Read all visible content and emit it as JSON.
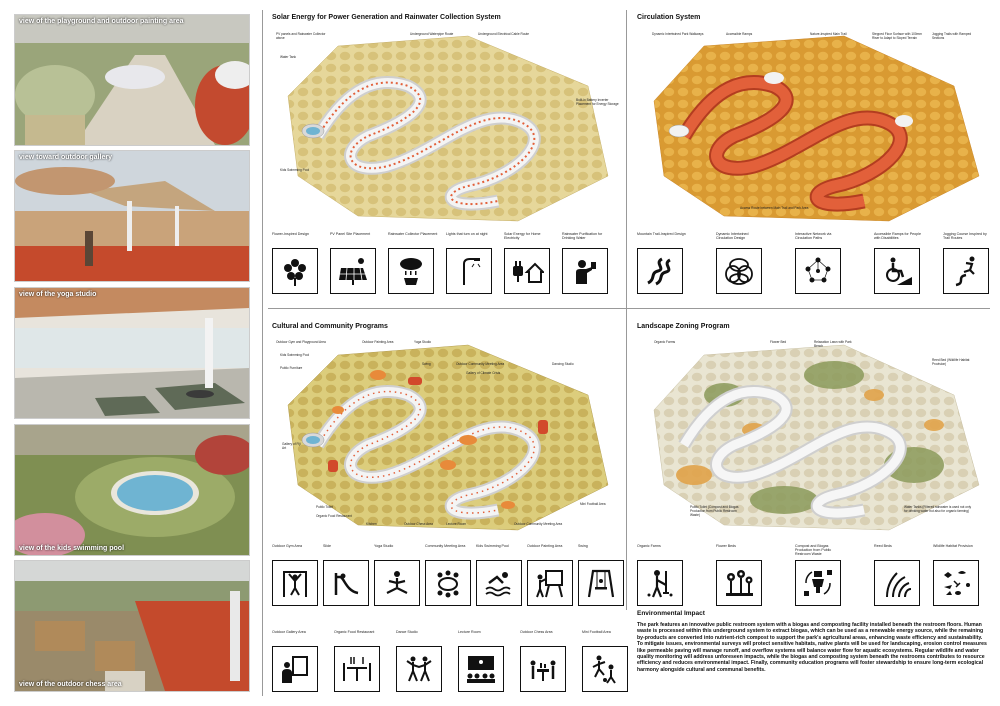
{
  "photos": [
    {
      "caption": "view of the playground and outdoor painting area"
    },
    {
      "caption": "view toward outdoor gallery"
    },
    {
      "caption": "view of the yoga studio"
    },
    {
      "caption": "view of the kids swimming pool"
    },
    {
      "caption": "view of the outdoor chess area"
    }
  ],
  "solar": {
    "title": "Solar Energy for Power Generation and Rainwater Collection System",
    "labels": [
      "PV panels and Rainwater Collector above",
      "Underground Waterpipe Route",
      "Underground Electrical Cable Route",
      "Water Tank",
      "Built-in Battery Inverter Placement for Energy Storage",
      "Kids Swimming Pool"
    ],
    "icons": [
      {
        "label": "Flower-Inspired Design",
        "icon": "flower-icon"
      },
      {
        "label": "PV Panel Site Placement",
        "icon": "solar-panel-icon"
      },
      {
        "label": "Rainwater Collector Placement",
        "icon": "rain-cloud-icon"
      },
      {
        "label": "Lights that turn on at night",
        "icon": "street-light-icon"
      },
      {
        "label": "Solar Energy for Home Electricity",
        "icon": "plug-home-icon"
      },
      {
        "label": "Rainwater Purification for Drinking Water",
        "icon": "drinking-water-icon"
      }
    ]
  },
  "circulation": {
    "title": "Circulation System",
    "labels": [
      "Dynamic Intertwined Park Walkways",
      "Accessible Ramps",
      "Nature-Inspired Main Trail",
      "Stepped Floor Surface with 100mm Riser to Adapt to Sloped Terrain",
      "Jogging Trails with Ramped Sections",
      "Access Route between Main Trail and Park Area"
    ],
    "icons": [
      {
        "label": "Mountain Trail-Inspired Design",
        "icon": "mountain-trail-icon"
      },
      {
        "label": "Dynamic Intertwined Circulation Design",
        "icon": "intertwined-loops-icon"
      },
      {
        "label": "Interactive Network via Circulation Paths",
        "icon": "people-network-icon"
      },
      {
        "label": "Accessible Ramps for People with Disabilities",
        "icon": "wheelchair-ramp-icon"
      },
      {
        "label": "Jogging Course Inspired by Trail Routes",
        "icon": "runner-trail-icon"
      }
    ]
  },
  "cultural": {
    "title": "Cultural and Community Programs",
    "labels": [
      "Outdoor Gym and Playground Area",
      "Outdoor Painting Area",
      "Yoga Studio",
      "Kids Swimming Pool",
      "Swing",
      "Outdoor Community Meeting Area",
      "Public Furniture",
      "Gallery of Climate Crisis",
      "Dancing Studio",
      "Gallery of Fiji Art",
      "Public Toilet",
      "Organic Food Restaurant",
      "Kitchen",
      "Outdoor Chess Area",
      "Lecture Room",
      "Outdoor Community Meeting Area",
      "Mini Football Area"
    ],
    "icons_row1": [
      {
        "label": "Outdoor Gym Area",
        "icon": "gym-icon"
      },
      {
        "label": "Slide",
        "icon": "slide-icon"
      },
      {
        "label": "Yoga Studio",
        "icon": "yoga-icon"
      },
      {
        "label": "Community Meeting Area",
        "icon": "meeting-table-icon"
      },
      {
        "label": "Kids Swimming Pool",
        "icon": "swimmer-icon"
      },
      {
        "label": "Outdoor Painting Area",
        "icon": "easel-icon"
      },
      {
        "label": "Swing",
        "icon": "swing-icon"
      }
    ],
    "icons_row2": [
      {
        "label": "Outdoor Gallery Area",
        "icon": "gallery-icon"
      },
      {
        "label": "Organic Food Restaurant",
        "icon": "restaurant-icon"
      },
      {
        "label": "Dance Studio",
        "icon": "dance-icon"
      },
      {
        "label": "Lecture Room",
        "icon": "lecture-icon"
      },
      {
        "label": "Outdoor Chess Area",
        "icon": "chess-icon"
      },
      {
        "label": "Mini Football Area",
        "icon": "football-icon"
      }
    ]
  },
  "landscape": {
    "title": "Landscape Zoning Program",
    "labels": [
      "Organic Farms",
      "Flower Bed",
      "Relaxation Lawn with Park Bench",
      "Reed Bed (Wildlife Habitat Provision)",
      "Public Toilet (Compost and Biogas Production from Public Restroom Waste)",
      "Water Tanks (Filtered rainwater is used not only for drinking water but also for organic farming)"
    ],
    "icons": [
      {
        "label": "Organic Farms",
        "icon": "farmer-icon"
      },
      {
        "label": "Flower Beds",
        "icon": "flowers-icon"
      },
      {
        "label": "Compost and Biogas Production from Public Restroom Waste",
        "icon": "toilet-cycle-icon"
      },
      {
        "label": "Reed Beds",
        "icon": "reeds-icon"
      },
      {
        "label": "Wildlife Habitat Provision",
        "icon": "wildlife-icon"
      }
    ]
  },
  "environment": {
    "title": "Environmental Impact",
    "text": "The park features an innovative public restroom system with a biogas and composting facility installed beneath the restroom floors. Human waste is processed within this underground system to extract biogas, which can be used as a renewable energy source, while the remaining by-products are converted into nutrient-rich compost to support the park's agricultural areas, enhancing waste efficiency and sustainability. To mitigate issues, environmental surveys will protect sensitive habitats, native plants will be used for landscaping, erosion control measures like permeable paving will manage runoff, and overflow systems will balance water flow for aquatic ecosystems. Regular wildlife and water quality monitoring will address unforeseen impacts, while the biogas and composting system beneath the restrooms contributes to resource efficiency and reduces environmental impact. Finally, community education programs will foster stewardship to ensure long-term ecological harmony alongside cultural and communal benefits."
  },
  "colors": {
    "ground": "#e6d79a",
    "stone": "#cdb56a",
    "path": "#e2603a",
    "path_light": "#eeeeee",
    "green": "#8b9a5b"
  }
}
